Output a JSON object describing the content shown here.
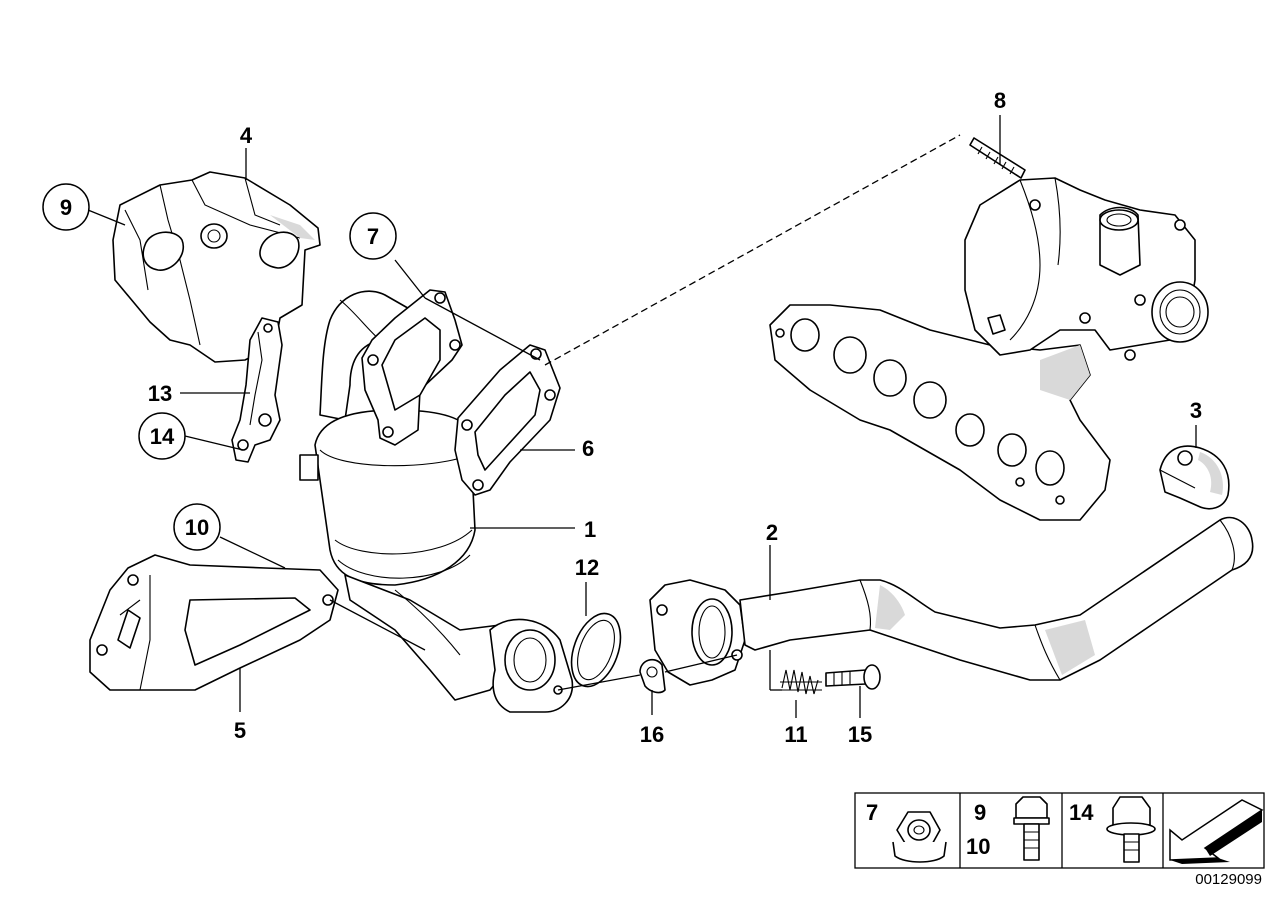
{
  "callouts": [
    {
      "id": "c1",
      "label": "1",
      "circled": false
    },
    {
      "id": "c2",
      "label": "2",
      "circled": false
    },
    {
      "id": "c3",
      "label": "3",
      "circled": false
    },
    {
      "id": "c4",
      "label": "4",
      "circled": false
    },
    {
      "id": "c5",
      "label": "5",
      "circled": false
    },
    {
      "id": "c6",
      "label": "6",
      "circled": false
    },
    {
      "id": "c7",
      "label": "7",
      "circled": true
    },
    {
      "id": "c8",
      "label": "8",
      "circled": false
    },
    {
      "id": "c9",
      "label": "9",
      "circled": true
    },
    {
      "id": "c10",
      "label": "10",
      "circled": true
    },
    {
      "id": "c11",
      "label": "11",
      "circled": false
    },
    {
      "id": "c12",
      "label": "12",
      "circled": false
    },
    {
      "id": "c13",
      "label": "13",
      "circled": false
    },
    {
      "id": "c14",
      "label": "14",
      "circled": true
    },
    {
      "id": "c15",
      "label": "15",
      "circled": false
    },
    {
      "id": "c16",
      "label": "16",
      "circled": false
    }
  ],
  "legend": {
    "cell1": {
      "label": "7"
    },
    "cell2": {
      "label_top": "9",
      "label_bottom": "10"
    },
    "cell3": {
      "label": "14"
    }
  },
  "diagram_code": "00129099"
}
